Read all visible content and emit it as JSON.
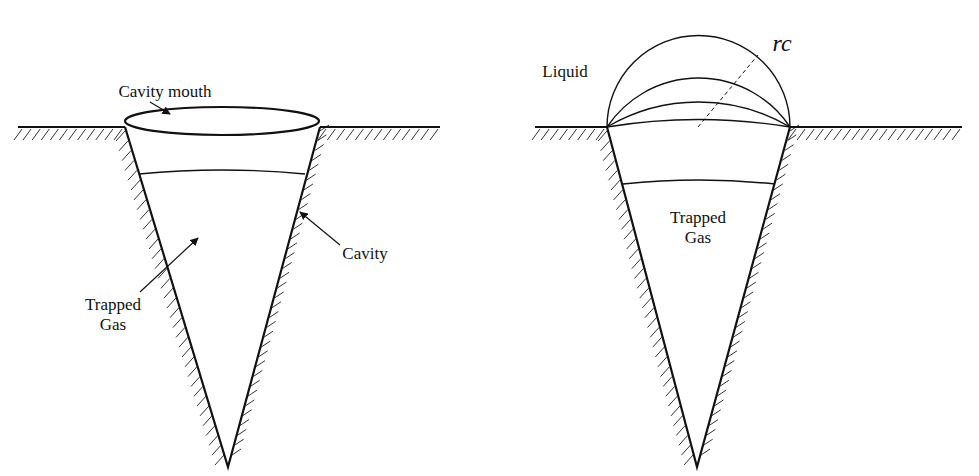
{
  "diagram": {
    "labels": [
      "Cavity mouth",
      "Trapped Gas",
      "Cavity",
      "Liquid",
      "rc",
      "Trapped Gas"
    ]
  }
}
